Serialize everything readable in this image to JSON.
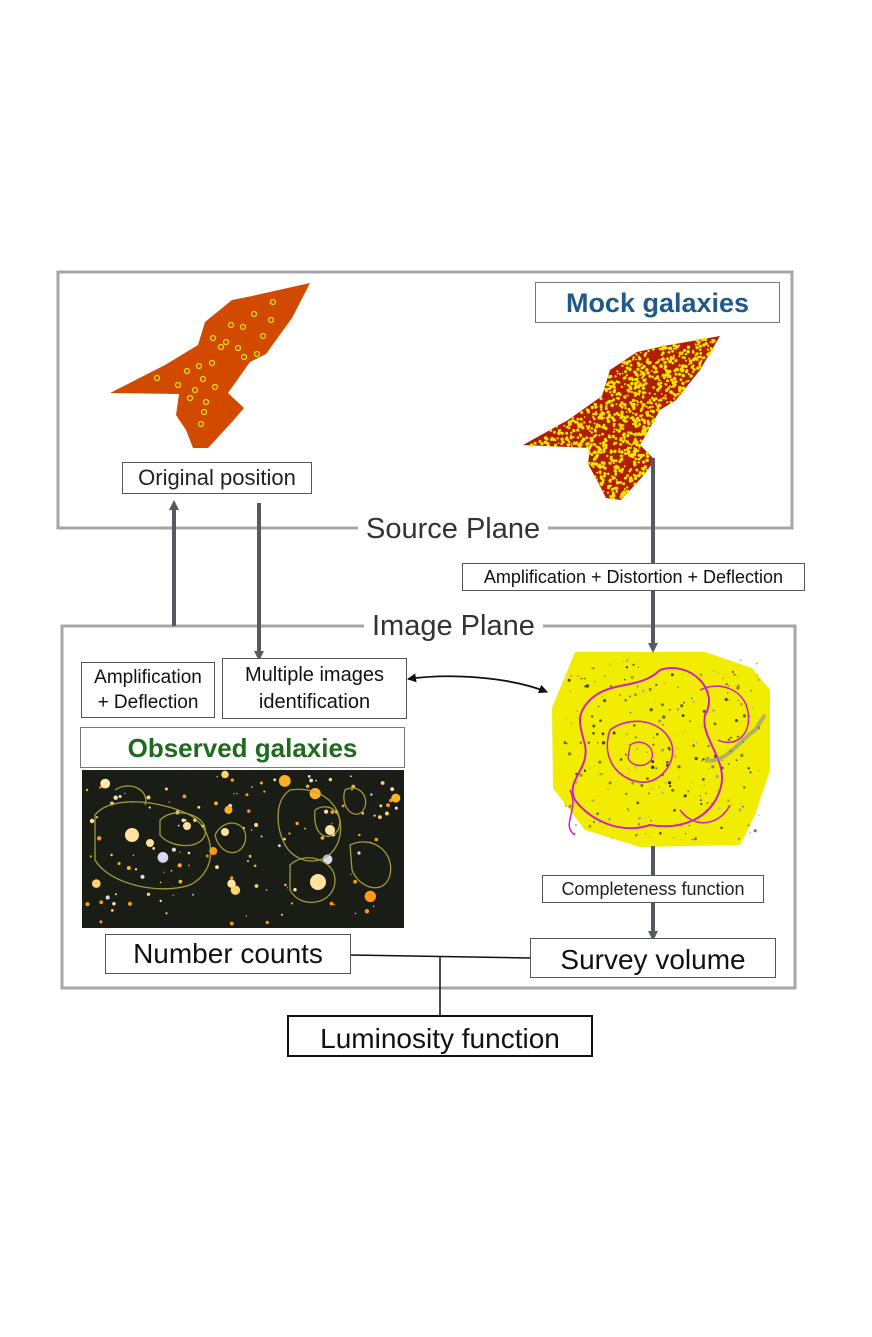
{
  "planes": {
    "source_title": "Source Plane",
    "image_title": "Image Plane"
  },
  "labels": {
    "mock_galaxies": "Mock galaxies",
    "observed_galaxies": "Observed galaxies",
    "original_position": "Original position",
    "amplification_distortion_deflection": "Amplification + Distortion + Deflection",
    "amplification_deflection_line1": "Amplification",
    "amplification_deflection_line2": "+ Deflection",
    "multiple_images_line1": "Multiple images",
    "multiple_images_line2": "identification",
    "completeness_function": "Completeness function",
    "number_counts": "Number counts",
    "survey_volume": "Survey volume",
    "luminosity_function": "Luminosity function"
  },
  "colors": {
    "mock_title": "#1f5a8a",
    "observed_title": "#1e6b1e",
    "frame": "#a6a6a6",
    "arrow": "#555a60",
    "shape_fill": "#d24a00",
    "shape_dense": "#b01e00",
    "dots": "#f4e400",
    "map_yellow": "#f2ec00",
    "contour": "#d020c0",
    "field_bg": "#1a1c16"
  }
}
